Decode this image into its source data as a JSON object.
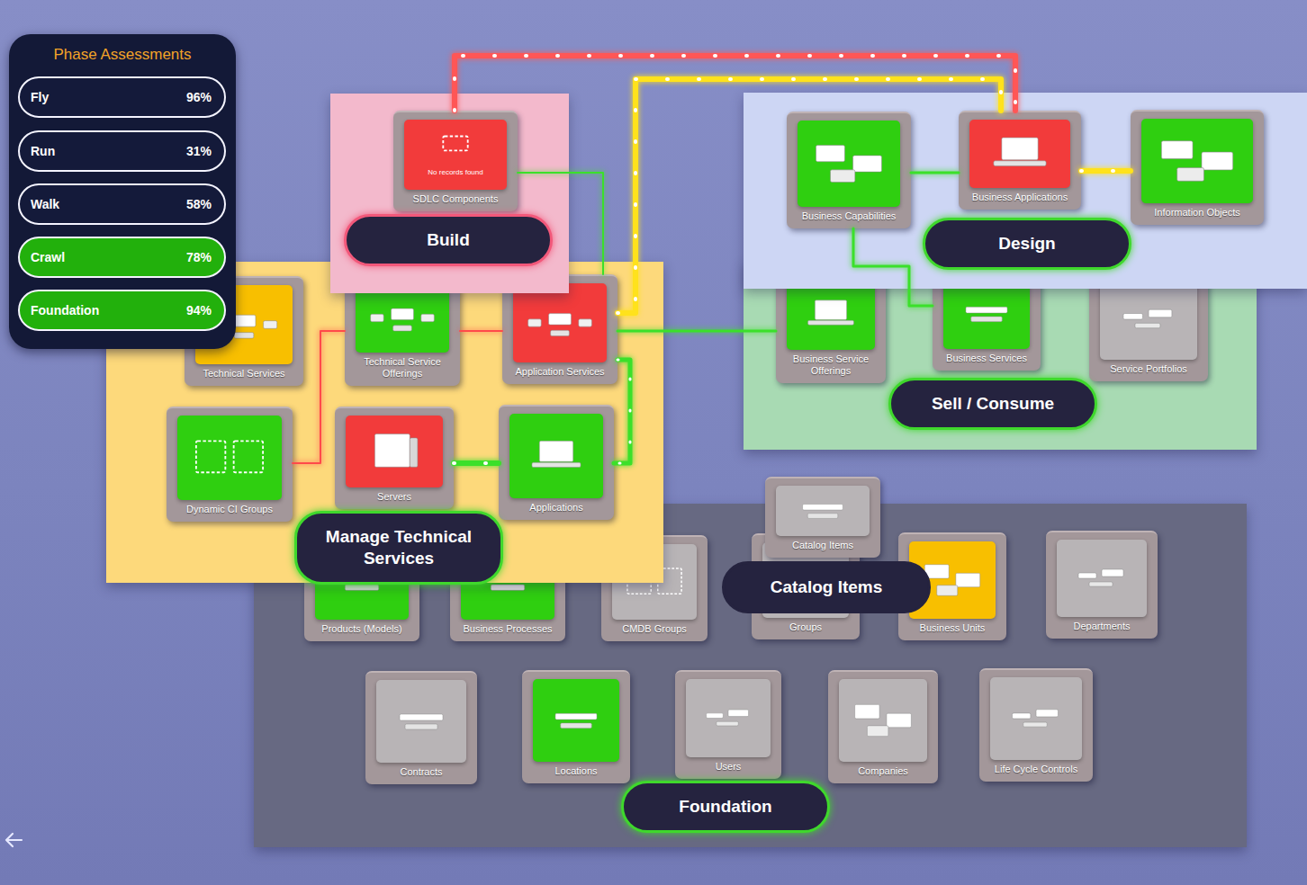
{
  "diagram": {
    "nodes": [
      {
        "text": [
          "Phase Assessments"
        ]
      },
      {
        "text": [
          "Fly",
          "96%"
        ],
        "in": 0
      },
      {
        "text": [
          "Run",
          "31%"
        ],
        "in": 0
      },
      {
        "text": [
          "Walk",
          "58%"
        ],
        "in": 0
      },
      {
        "text": [
          "Crawl",
          "78%"
        ],
        "in": 0
      },
      {
        "text": [
          "Foundation",
          "94%"
        ],
        "in": 0
      },
      {
        "text": [
          "Build"
        ]
      },
      {
        "text": [
          "SDLC Components",
          "No records found"
        ],
        "in": 6
      },
      {
        "text": [
          "Manage Technical Services"
        ]
      },
      {
        "text": [
          "Technical Services"
        ],
        "in": 8
      },
      {
        "text": [
          "Technical Service Offerings"
        ],
        "in": 8
      },
      {
        "text": [
          "Application Services"
        ],
        "in": 8
      },
      {
        "text": [
          "Dynamic CI Groups"
        ],
        "in": 8
      },
      {
        "text": [
          "Servers"
        ],
        "in": 8
      },
      {
        "text": [
          "Applications"
        ],
        "in": 8
      },
      {
        "text": [
          "Design"
        ]
      },
      {
        "text": [
          "Business Capabilities"
        ],
        "in": 15
      },
      {
        "text": [
          "Business Applications"
        ],
        "in": 15
      },
      {
        "text": [
          "Information Objects"
        ],
        "in": 15
      },
      {
        "text": [
          "Sell / Consume"
        ]
      },
      {
        "text": [
          "Business Service Offerings"
        ],
        "in": 19
      },
      {
        "text": [
          "Business Services"
        ],
        "in": 19
      },
      {
        "text": [
          "Service Portfolios"
        ],
        "in": 19
      },
      {
        "text": [
          "Foundation"
        ]
      },
      {
        "text": [
          "Products (Models)"
        ],
        "in": 23
      },
      {
        "text": [
          "Business Processes"
        ],
        "in": 23
      },
      {
        "text": [
          "CMDB Groups"
        ],
        "in": 23
      },
      {
        "text": [
          "Groups"
        ],
        "in": 23
      },
      {
        "text": [
          "Catalog Items",
          "Catalog Items"
        ],
        "in": 23
      },
      {
        "text": [
          "Business Units"
        ],
        "in": 23
      },
      {
        "text": [
          "Departments"
        ],
        "in": 23
      },
      {
        "text": [
          "Contracts"
        ],
        "in": 23
      },
      {
        "text": [
          "Locations"
        ],
        "in": 23
      },
      {
        "text": [
          "Users"
        ],
        "in": 23
      },
      {
        "text": [
          "Companies"
        ],
        "in": 23
      },
      {
        "text": [
          "Life Cycle Controls"
        ],
        "in": 23
      }
    ],
    "edges": [
      {
        "from": 7,
        "to": 17,
        "arrow": "none"
      },
      {
        "from": 11,
        "to": 17,
        "arrow": "none"
      },
      {
        "from": 17,
        "to": 18,
        "arrow": "none"
      },
      {
        "from": 7,
        "to": 11,
        "arrow": "none"
      },
      {
        "from": 11,
        "to": 20,
        "arrow": "none"
      },
      {
        "from": 11,
        "to": 14,
        "arrow": "none"
      },
      {
        "from": 13,
        "to": 14,
        "arrow": "none"
      },
      {
        "from": 10,
        "to": 12,
        "arrow": "none"
      },
      {
        "from": 10,
        "to": 11,
        "arrow": "none"
      },
      {
        "from": 16,
        "to": 17,
        "arrow": "none"
      },
      {
        "from": 16,
        "to": 21,
        "arrow": "none"
      }
    ]
  }
}
